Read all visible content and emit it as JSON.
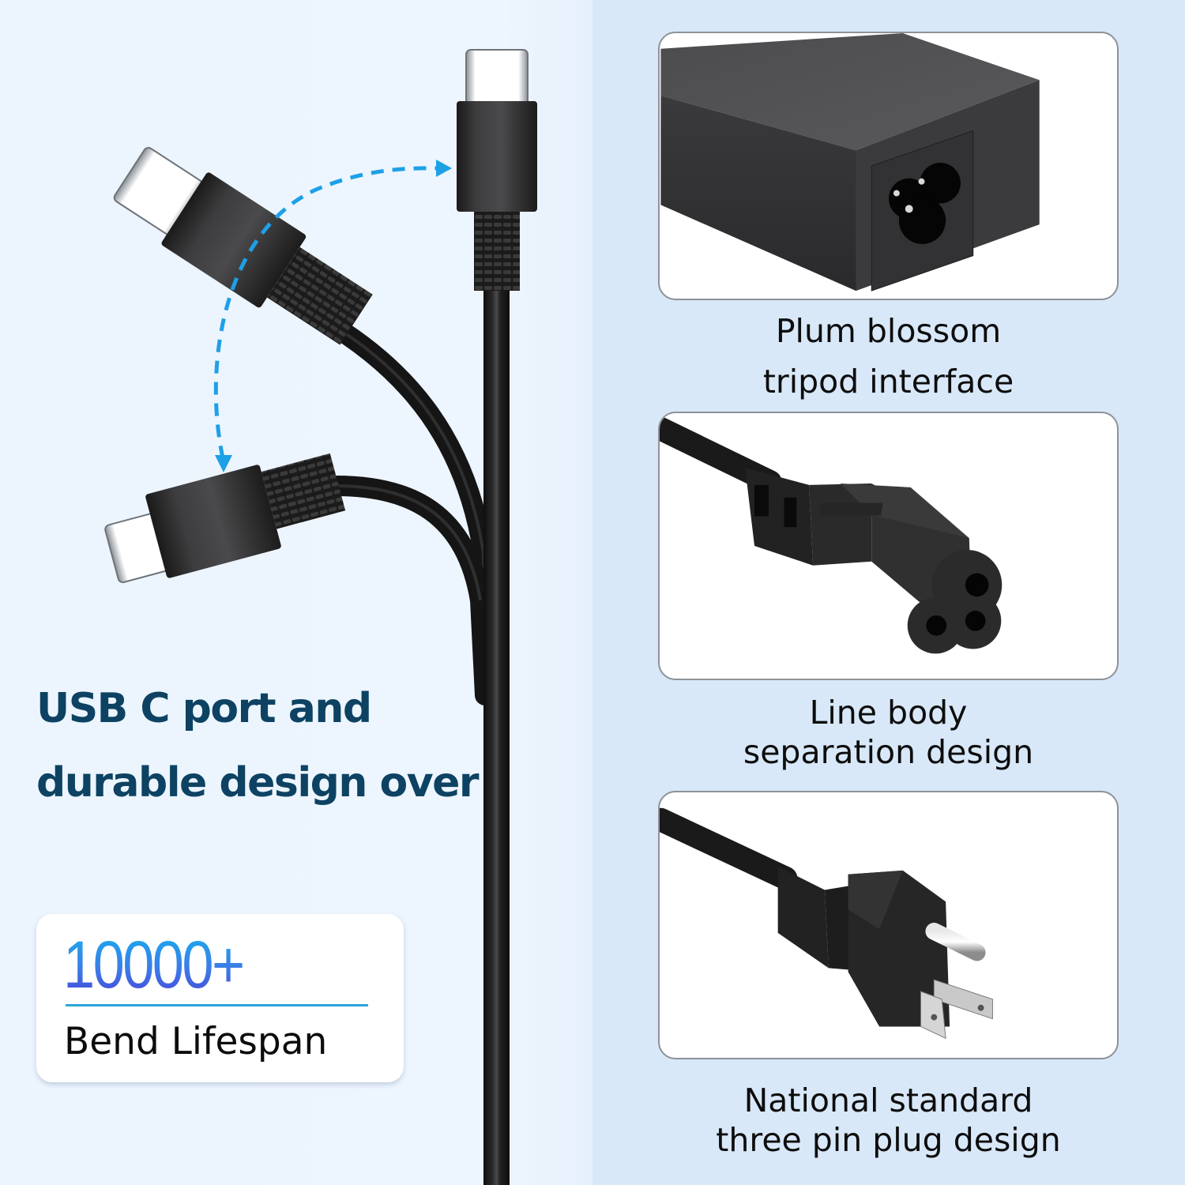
{
  "left": {
    "headline": {
      "line1": "USB C port and",
      "line2": "durable design over"
    },
    "stat": {
      "value": "10000+",
      "label": "Bend Lifespan"
    },
    "illustration": {
      "connectors": [
        "usb-c-connector-top",
        "usb-c-connector-bent-upper",
        "usb-c-connector-bent-lower"
      ],
      "arrow_color": "#1ea0e6"
    }
  },
  "features": [
    {
      "image": "power-adapter-plum-blossom-socket",
      "caption_line1": "Plum blossom",
      "caption_line2": "tripod interface"
    },
    {
      "image": "c5-cloverleaf-connector",
      "caption_line1": "Line body",
      "caption_line2": "separation design"
    },
    {
      "image": "us-three-pin-plug",
      "caption_line1": "National standard",
      "caption_line2": "three pin plug design"
    }
  ],
  "colors": {
    "headline": "#0d4262",
    "stat_gradient_top": "#13b6ee",
    "stat_gradient_bottom": "#4b3bd6",
    "divider": "#2ba6dc",
    "left_bg": "#ecf5fe",
    "right_bg": "#d8e8f8"
  }
}
